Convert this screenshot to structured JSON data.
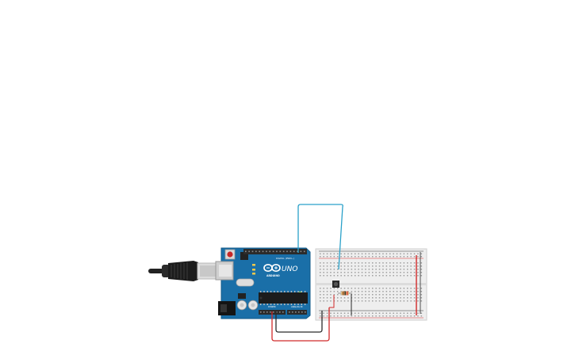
{
  "circuit": {
    "board_model": "UNO",
    "board_brand": "ARDUINO",
    "header_labels": {
      "digital": "DIGITAL (PWM~)",
      "power": "POWER",
      "analog": "ANALOG IN"
    },
    "components": [
      "usb-cable",
      "arduino-uno",
      "breadboard",
      "pushbutton",
      "resistor"
    ],
    "colors": {
      "board": "#1a6fa8",
      "board_dark": "#135987",
      "wire_signal": "#2aa1c9",
      "wire_power": "#d12a2a",
      "wire_ground": "#2b2b2b",
      "breadboard": "#eeeeee",
      "rail_red": "#d9302c",
      "rail_black": "#333333",
      "cable": "#222222",
      "usb_plug": "#dcdcdc",
      "resistor_body": "#d9b47a"
    }
  }
}
